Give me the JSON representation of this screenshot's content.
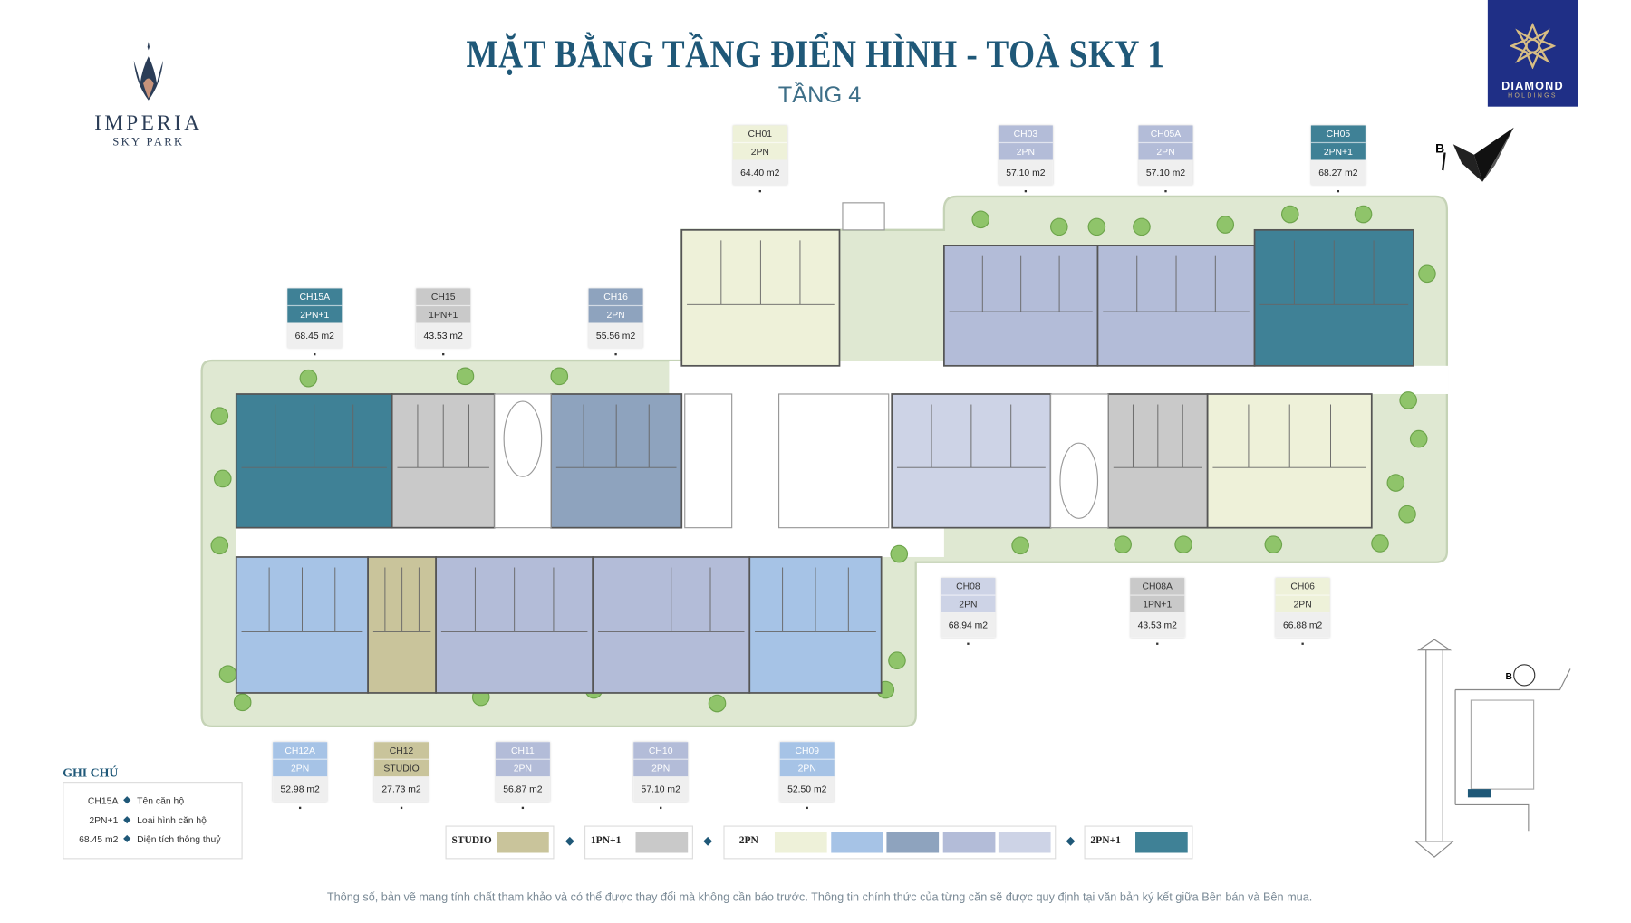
{
  "header": {
    "title": "MẶT BẰNG TẦNG ĐIỂN HÌNH - TOÀ SKY 1",
    "subtitle": "TẦNG 4"
  },
  "logos": {
    "left_name": "IMPERIA",
    "left_sub": "SKY PARK",
    "right_name": "DIAMOND",
    "right_sub": "HOLDINGS"
  },
  "compass_label": "B",
  "colors": {
    "studio": "#c9c49b",
    "1pn1": "#c9c9c9",
    "2pn_a": "#eef1d9",
    "2pn_b": "#a6c3e6",
    "2pn_c": "#8ea3be",
    "2pn_d": "#b3bcd8",
    "2pn_e": "#cdd3e6",
    "2pn1": "#3f8196",
    "title": "#1f5878",
    "green": "#dfe8d2"
  },
  "units": [
    {
      "name": "CH01",
      "type": "2PN",
      "area": "64.40 m2",
      "color": "#eef1d9"
    },
    {
      "name": "CH03",
      "type": "2PN",
      "area": "57.10 m2",
      "color": "#b3bcd8"
    },
    {
      "name": "CH05A",
      "type": "2PN",
      "area": "57.10 m2",
      "color": "#b3bcd8"
    },
    {
      "name": "CH05",
      "type": "2PN+1",
      "area": "68.27 m2",
      "color": "#3f8196"
    },
    {
      "name": "CH15A",
      "type": "2PN+1",
      "area": "68.45 m2",
      "color": "#3f8196"
    },
    {
      "name": "CH15",
      "type": "1PN+1",
      "area": "43.53 m2",
      "color": "#c9c9c9"
    },
    {
      "name": "CH16",
      "type": "2PN",
      "area": "55.56 m2",
      "color": "#8ea3be"
    },
    {
      "name": "CH08",
      "type": "2PN",
      "area": "68.94 m2",
      "color": "#cdd3e6"
    },
    {
      "name": "CH08A",
      "type": "1PN+1",
      "area": "43.53 m2",
      "color": "#c9c9c9"
    },
    {
      "name": "CH06",
      "type": "2PN",
      "area": "66.88 m2",
      "color": "#eef1d9"
    },
    {
      "name": "CH12A",
      "type": "2PN",
      "area": "52.98 m2",
      "color": "#a6c3e6"
    },
    {
      "name": "CH12",
      "type": "STUDIO",
      "area": "27.73 m2",
      "color": "#c9c49b"
    },
    {
      "name": "CH11",
      "type": "2PN",
      "area": "56.87 m2",
      "color": "#b3bcd8"
    },
    {
      "name": "CH10",
      "type": "2PN",
      "area": "57.10 m2",
      "color": "#b3bcd8"
    },
    {
      "name": "CH09",
      "type": "2PN",
      "area": "52.50 m2",
      "color": "#a6c3e6"
    }
  ],
  "notes": {
    "title": "GHI CHÚ",
    "rows": [
      {
        "key": "CH15A",
        "value": "Tên căn hộ"
      },
      {
        "key": "2PN+1",
        "value": "Loại hình căn hộ"
      },
      {
        "key": "68.45 m2",
        "value": "Diện tích thông thuỷ"
      }
    ]
  },
  "type_legend": [
    "STUDIO",
    "1PN+1",
    "2PN",
    "2PN+1"
  ],
  "footer": "Thông số, bản vẽ mang tính chất tham khảo và có thể được thay đổi mà không cần báo trước. Thông tin chính thức của từng căn sẽ được quy định tại văn bản ký kết giữa Bên bán và Bên mua."
}
